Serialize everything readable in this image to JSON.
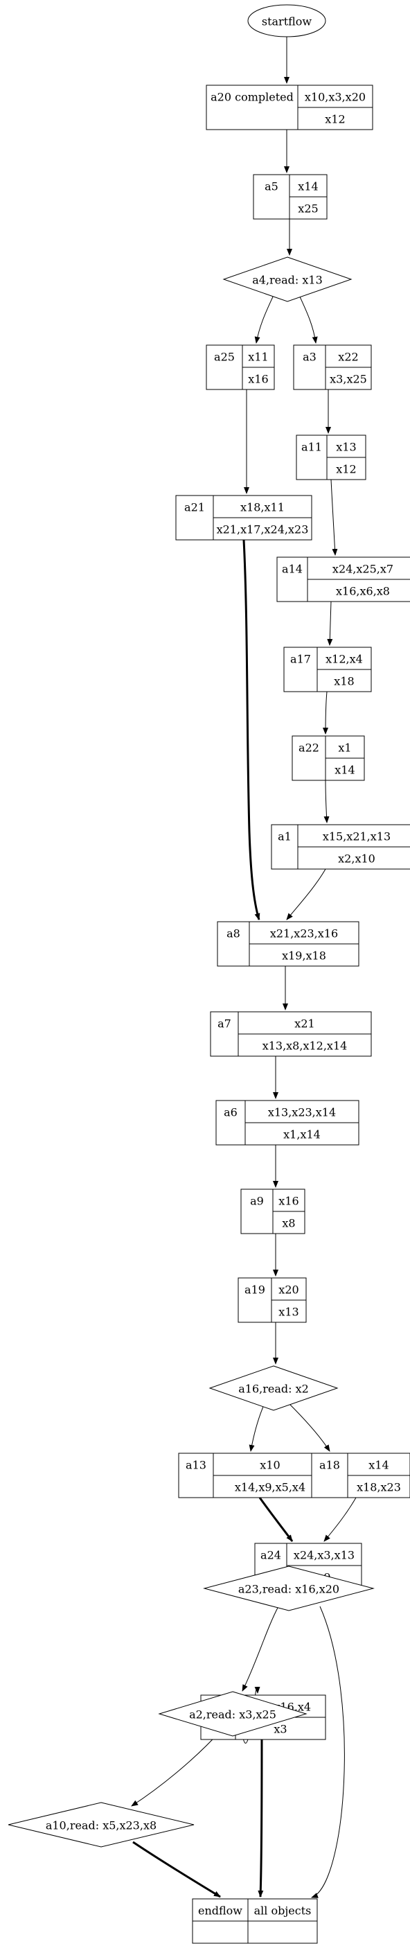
{
  "start": {
    "label": "startflow"
  },
  "end": {
    "left": "endflow",
    "right": "all objects"
  },
  "nodes": {
    "a20": {
      "name": "a20 completed",
      "top": "x10,x3,x20",
      "bottom": "x12"
    },
    "a5": {
      "name": "a5",
      "top": "x14",
      "bottom": "x25"
    },
    "a25": {
      "name": "a25",
      "top": "x11",
      "bottom": "x16"
    },
    "a3": {
      "name": "a3",
      "top": "x22",
      "bottom": "x3,x25"
    },
    "a11": {
      "name": "a11",
      "top": "x13",
      "bottom": "x12"
    },
    "a21": {
      "name": "a21",
      "top": "x18,x11",
      "bottom": "x21,x17,x24,x23"
    },
    "a14": {
      "name": "a14",
      "top": "x24,x25,x7",
      "bottom": "x16,x6,x8"
    },
    "a17": {
      "name": "a17",
      "top": "x12,x4",
      "bottom": "x18"
    },
    "a22": {
      "name": "a22",
      "top": "x1",
      "bottom": "x14"
    },
    "a1": {
      "name": "a1",
      "top": "x15,x21,x13",
      "bottom": "x2,x10"
    },
    "a8": {
      "name": "a8",
      "top": "x21,x23,x16",
      "bottom": "x19,x18"
    },
    "a7": {
      "name": "a7",
      "top": "x21",
      "bottom": "x13,x8,x12,x14"
    },
    "a6": {
      "name": "a6",
      "top": "x13,x23,x14",
      "bottom": "x1,x14"
    },
    "a9": {
      "name": "a9",
      "top": "x16",
      "bottom": "x8"
    },
    "a19": {
      "name": "a19",
      "top": "x20",
      "bottom": "x13"
    },
    "a13": {
      "name": "a13",
      "top": "x10",
      "bottom": "x14,x9,x5,x4"
    },
    "a18": {
      "name": "a18",
      "top": "x14",
      "bottom": "x18,x23"
    },
    "a24": {
      "name": "a24",
      "top": "x24,x3,x13",
      "bottom": "x9"
    },
    "a12": {
      "name": "a12",
      "top": "x23,x16,x4",
      "bottom": "x3"
    }
  },
  "decisions": {
    "a4": {
      "label": "a4,read: x13"
    },
    "a16": {
      "label": "a16,read: x2"
    },
    "a23": {
      "label": "a23,read: x16,x20"
    },
    "a2": {
      "label": "a2,read: x3,x25"
    },
    "a10": {
      "label": "a10,read: x5,x23,x8"
    }
  }
}
